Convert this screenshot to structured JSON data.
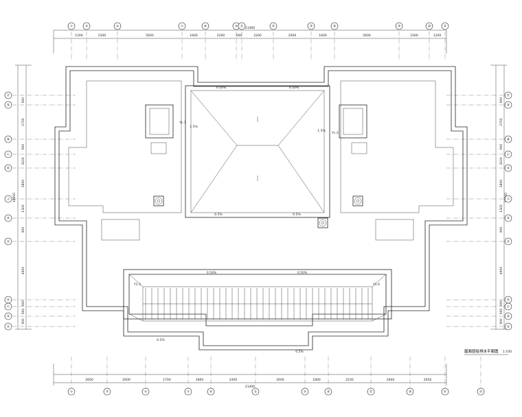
{
  "drawing": {
    "title": "屋面层给排水平面图",
    "scale": "1:100",
    "total_dim_top": "21400",
    "total_dim_bottom": "21400"
  },
  "top_axes": [
    "①",
    "②",
    "④",
    "⑦",
    "⑧",
    "⑩",
    "⑪",
    "⑫",
    "⑮",
    "⑯",
    "⑲",
    "⑳",
    "㉑"
  ],
  "bottom_axes": [
    "①",
    "③",
    "⑤",
    "⑦",
    "⑨",
    "⑪",
    "⑬",
    "⑮",
    "⑰",
    "⑲",
    "㉑",
    "㉓"
  ],
  "left_axes": [
    "Ⓟ",
    "Ⓝ",
    "Ⓜ",
    "Ⓛ",
    "Ⓚ",
    "Ⓙ",
    "Ⓗ",
    "Ⓖ",
    "Ⓓ",
    "Ⓒ",
    "Ⓑ",
    "Ⓐ"
  ],
  "right_axes": [
    "Ⓟ",
    "Ⓝ",
    "Ⓜ",
    "Ⓛ",
    "Ⓚ",
    "Ⓙ",
    "Ⓗ",
    "Ⓖ",
    "Ⓓ",
    "Ⓒ",
    "Ⓑ",
    "Ⓐ"
  ],
  "top_dims": [
    "1200",
    "2300",
    "5600",
    "1600",
    "2200",
    "600",
    "2200",
    "2000",
    "1600",
    "5600",
    "2300",
    "1200"
  ],
  "bottom_dims": [
    "2600",
    "2600",
    "1700",
    "1800",
    "2400",
    "2600",
    "1800",
    "2230",
    "2600",
    "2650"
  ],
  "left_dims": [
    "900",
    "2700",
    "900",
    "3100",
    "2800",
    "1300",
    "900",
    "4900",
    "900",
    "900",
    "900"
  ],
  "right_dims": [
    "900",
    "2700",
    "900",
    "3100",
    "2800",
    "1300",
    "900",
    "4900",
    "900",
    "900",
    "900"
  ],
  "left_total": "18900",
  "right_total": "18900",
  "slope_labels": [
    "0.50%",
    "0.50%",
    "1.5%",
    "1.5%",
    "0.5%",
    "0.5%",
    "0.50%",
    "0.50%",
    "0.5%",
    "0.5%"
  ],
  "pipe_labels": [
    "YL-1",
    "YL-2",
    "Y1-3",
    "Y1-4"
  ],
  "icons": [
    "roof-drain-icon",
    "roof-drain-icon",
    "roof-drain-icon"
  ]
}
